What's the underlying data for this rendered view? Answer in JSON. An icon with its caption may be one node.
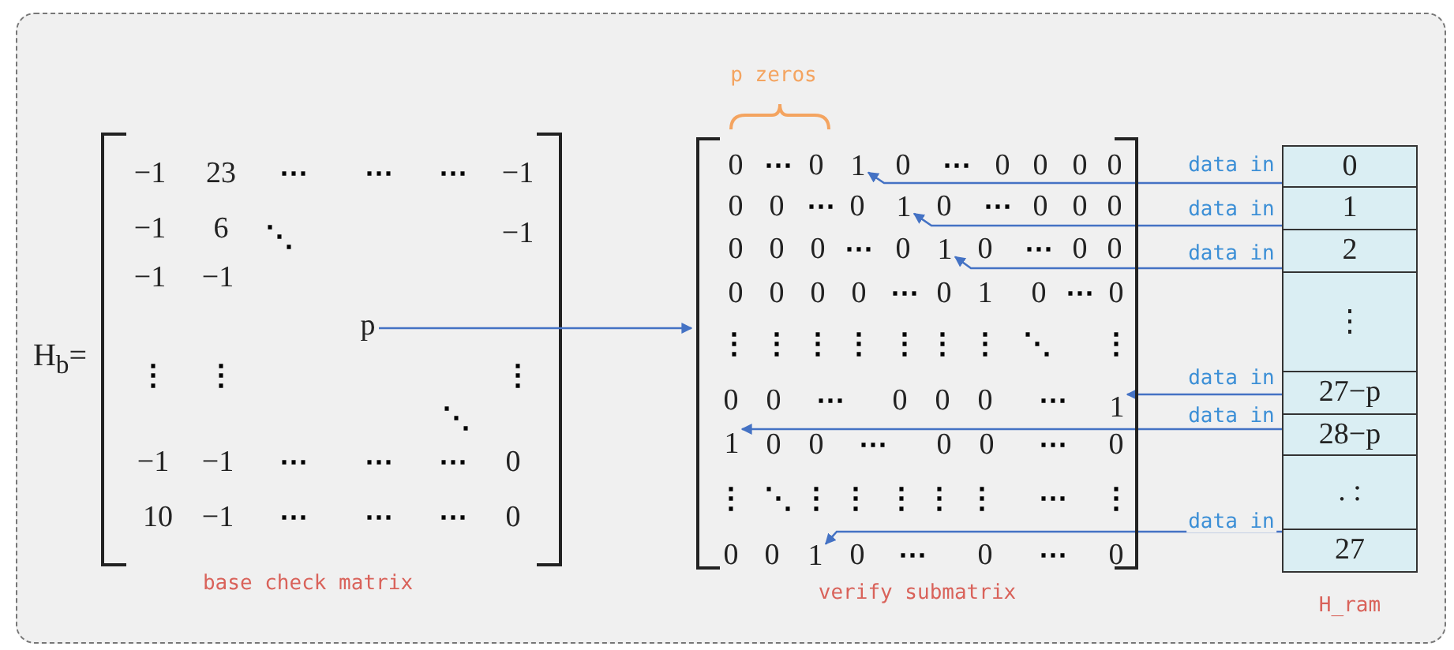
{
  "diagram": {
    "nodes": [
      {
        "text": [
          "p"
        ]
      },
      {
        "text": [
          "verify submatrix"
        ]
      },
      {
        "text": [
          "1"
        ],
        "in": 1
      },
      {
        "text": [
          "1"
        ],
        "in": 1
      },
      {
        "text": [
          "1"
        ],
        "in": 1
      },
      {
        "text": [
          "1"
        ],
        "in": 1
      },
      {
        "text": [
          "1"
        ],
        "in": 1
      },
      {
        "text": [
          "1"
        ],
        "in": 1
      },
      {
        "text": [
          "H_ram"
        ]
      },
      {
        "text": [
          "0"
        ],
        "in": 8
      },
      {
        "text": [
          "1"
        ],
        "in": 8
      },
      {
        "text": [
          "2"
        ],
        "in": 8
      },
      {
        "text": [
          "⋮"
        ],
        "in": 8
      },
      {
        "text": [
          "27−p"
        ],
        "in": 8
      },
      {
        "text": [
          "28−p"
        ],
        "in": 8
      },
      {
        "text": [
          ". :"
        ],
        "in": 8
      },
      {
        "text": [
          "27"
        ],
        "in": 8
      }
    ],
    "edges": [
      {
        "from": 0,
        "to": 1,
        "arrow": "to"
      },
      {
        "from": 9,
        "to": 2,
        "arrow": "to",
        "label": "data in"
      },
      {
        "from": 10,
        "to": 3,
        "arrow": "to",
        "label": "data in"
      },
      {
        "from": 11,
        "to": 4,
        "arrow": "to",
        "label": "data in"
      },
      {
        "from": 13,
        "to": 5,
        "arrow": "to",
        "label": "data in"
      },
      {
        "from": 14,
        "to": 6,
        "arrow": "to",
        "label": "data in"
      },
      {
        "from": 16,
        "to": 7,
        "arrow": "to",
        "label": "data in"
      }
    ],
    "labels": [
      "p zeros",
      "H$_{b}$=",
      "−1",
      "23",
      "⋯",
      "⋯",
      "⋯",
      "−1",
      "−1",
      "6",
      "⋱",
      "−1",
      "−1",
      "−1",
      "⋮",
      "⋮",
      "⋮",
      "⋱",
      "−1",
      "−1",
      "⋯",
      "⋯",
      "⋯",
      "0",
      "10",
      "−1",
      "⋯",
      "⋯",
      "⋯",
      "0",
      "base check matrix",
      "0",
      "⋯",
      "0",
      "0",
      "⋯",
      "0",
      "0",
      "0",
      "0",
      "0",
      "0",
      "⋯",
      "0",
      "0",
      "⋯",
      "0",
      "0",
      "0",
      "0",
      "0",
      "0",
      "⋯",
      "0",
      "0",
      "⋯",
      "0",
      "0",
      "0",
      "0",
      "0",
      "0",
      "⋯",
      "0",
      "1",
      "0",
      "⋯",
      "0",
      "⋮",
      "⋮",
      "⋮",
      "⋮",
      "⋮",
      "⋮",
      "⋮",
      "⋱",
      "⋮",
      "0",
      "0",
      "⋯",
      "0",
      "0",
      "0",
      "⋯",
      "0",
      "0",
      "⋯",
      "0",
      "0",
      "⋯",
      "0",
      "⋮",
      "⋱",
      "⋮",
      "⋮",
      "⋮",
      "⋮",
      "⋮",
      "⋯",
      "⋮",
      "0",
      "0",
      "0",
      "⋯",
      "0",
      "⋯",
      "0"
    ]
  }
}
